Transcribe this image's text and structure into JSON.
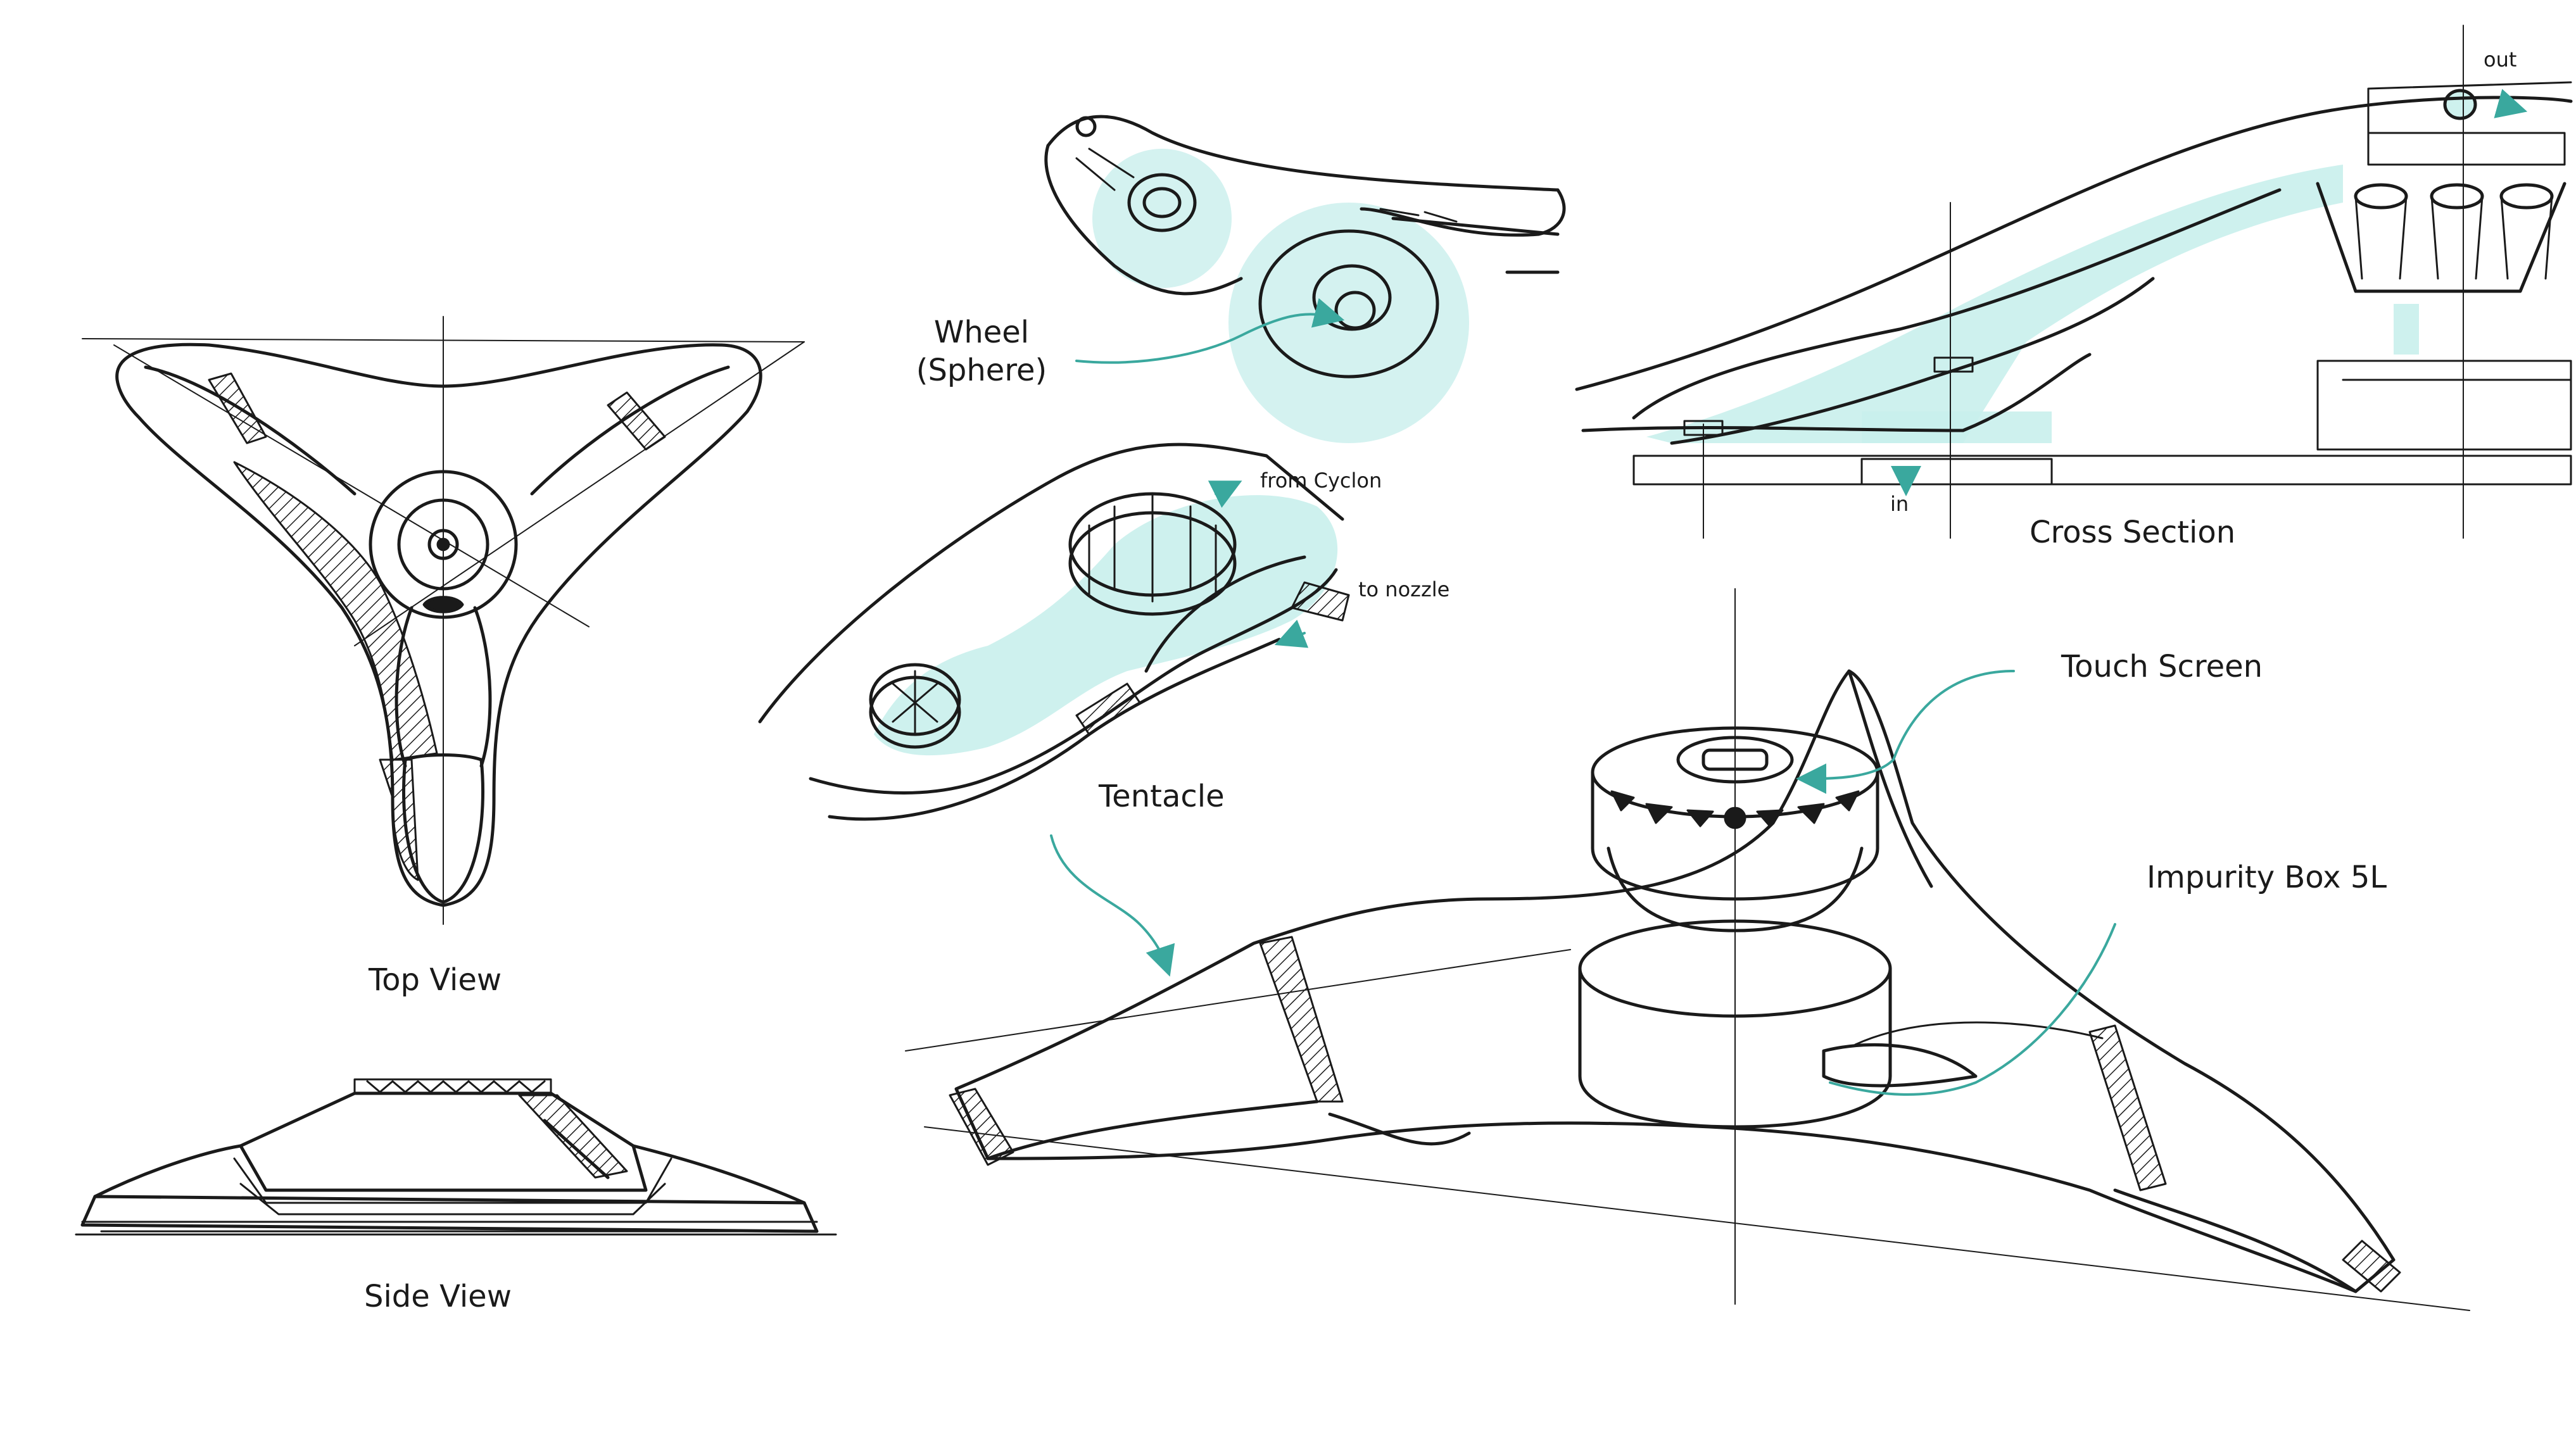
{
  "labels": {
    "wheel_line1": "Wheel",
    "wheel_line2": "(Sphere)",
    "from_cyclon": "from Cyclon",
    "to_nozzle": "to nozzle",
    "tentacle": "Tentacle",
    "top_view": "Top View",
    "side_view": "Side View",
    "cross_section": "Cross Section",
    "out": "out",
    "in": "in",
    "touch_screen": "Touch Screen",
    "impurity_box": "Impurity Box 5L"
  },
  "colors": {
    "ink": "#1a1a1a",
    "accent": "#3aa89e",
    "accent_fill": "#c9efec"
  }
}
